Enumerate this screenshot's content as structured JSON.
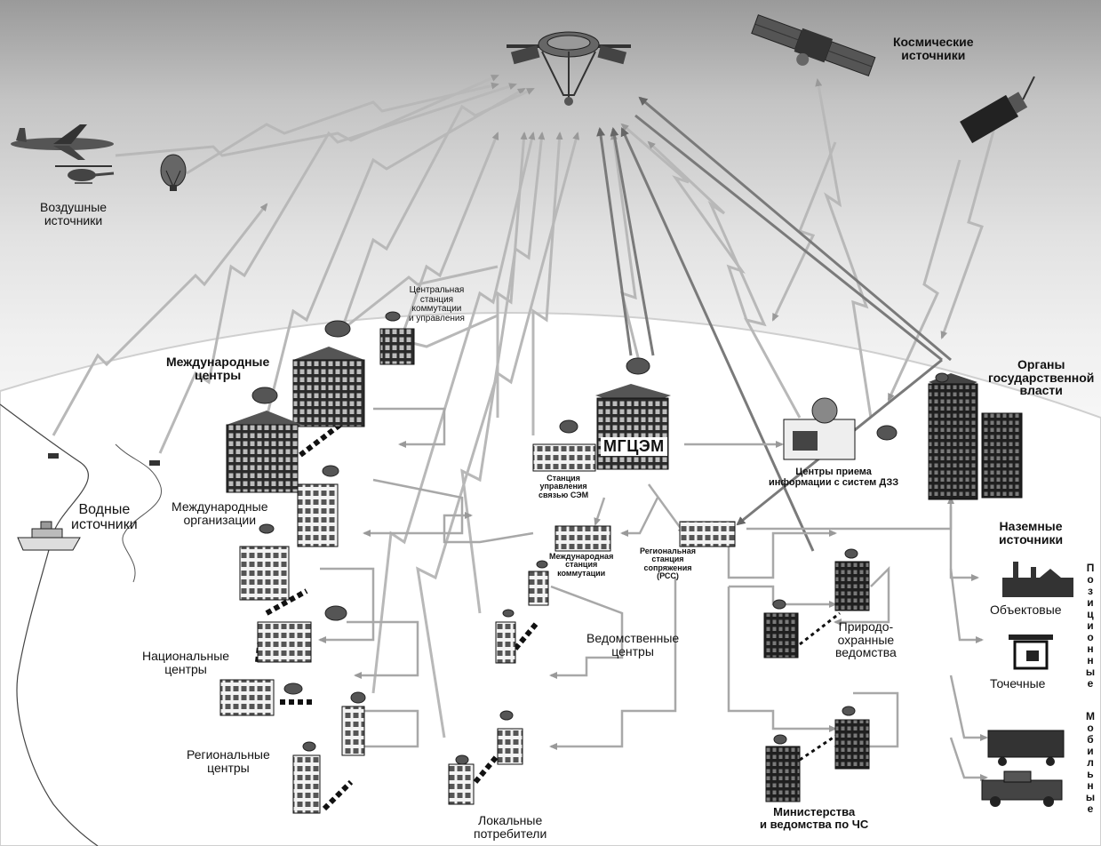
{
  "labels": {
    "air_sources": "Воздушные\nисточники",
    "space_sources": "Космические\nисточники",
    "central_station": "Центральная\nстанция\nкоммутации\nи управления",
    "intl_centers": "Международные\nцентры",
    "intl_orgs": "Международные\nорганизации",
    "water_sources": "Водные\nисточники",
    "national_centers": "Национальные\nцентры",
    "regional_centers": "Региональные\nцентры",
    "local_consumers": "Локальные\nпотребители",
    "mgcem": "МГЦЭМ",
    "sem_station": "Станция\nуправления\nсвязью СЭМ",
    "intl_switch_station": "Международная\nстанция\nкоммутации",
    "regional_interface_station": "Региональная\nстанция\nсопряжения\n(РСС)",
    "dept_centers": "Ведомственные\nцентры",
    "rs_centers": "Центры приема\nинформации с систем ДЗЗ",
    "gov_bodies": "Органы\nгосударственной\nвласти",
    "ground_sources": "Наземные\nисточники",
    "object_sources": "Объектовые",
    "point_sources": "Точечные",
    "positional": "Позиционные",
    "mobile": "Мобильные",
    "nature_agencies": "Природо-\nохранные\nведомства",
    "emergency_ministries": "Министерства\nи ведомства по ЧС"
  },
  "icons": [
    "airplane-icon",
    "helicopter-icon",
    "balloon-icon",
    "space-station-icon",
    "satellite-icon",
    "satellite-small-icon",
    "ship-icon",
    "boat-icon",
    "building-icon",
    "satellite-dish-icon",
    "factory-icon",
    "freight-car-icon",
    "pickup-truck-icon",
    "sensor-post-icon"
  ],
  "colors": {
    "building_dark": "#3a3a3a",
    "building_light": "#e8e8e8",
    "arrow_dark": "#777777",
    "arrow_light": "#b5b5b5",
    "link": "#111111"
  }
}
